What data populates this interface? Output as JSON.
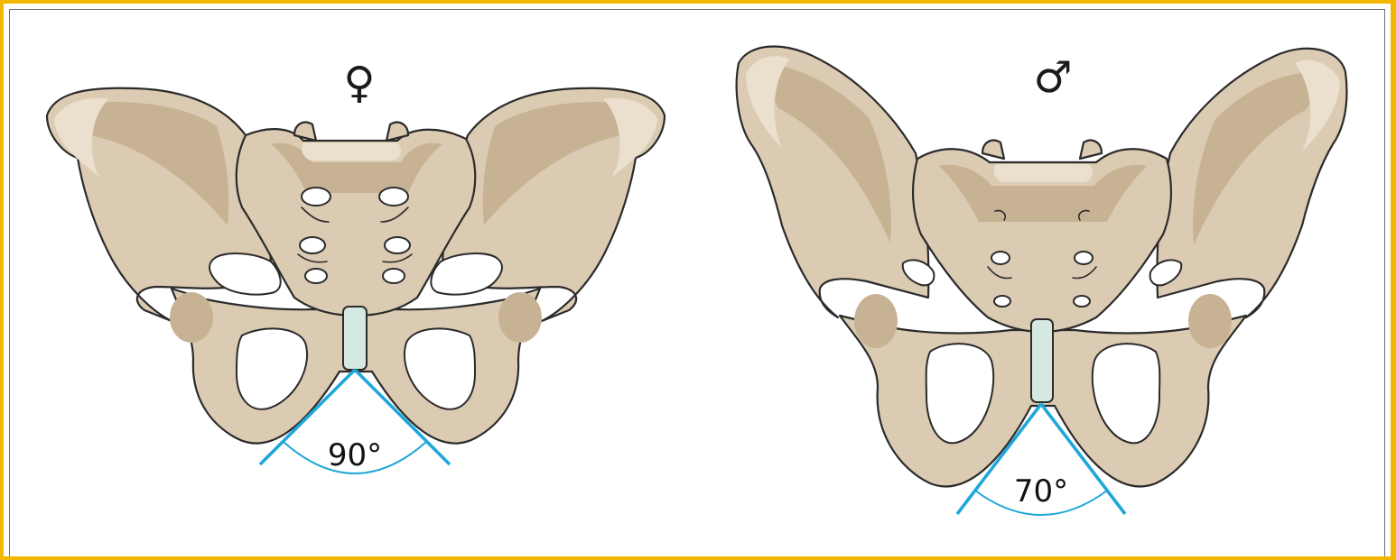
{
  "colors": {
    "frame": "#f2b600",
    "bone": "#dccbb3",
    "angle_line": "#1ea7d8",
    "cartilage": "#d5e8e2"
  },
  "female": {
    "symbol": "♀",
    "angle_label": "90°",
    "subpubic_angle_deg": 90
  },
  "male": {
    "symbol": "♂",
    "angle_label": "70°",
    "subpubic_angle_deg": 70
  }
}
